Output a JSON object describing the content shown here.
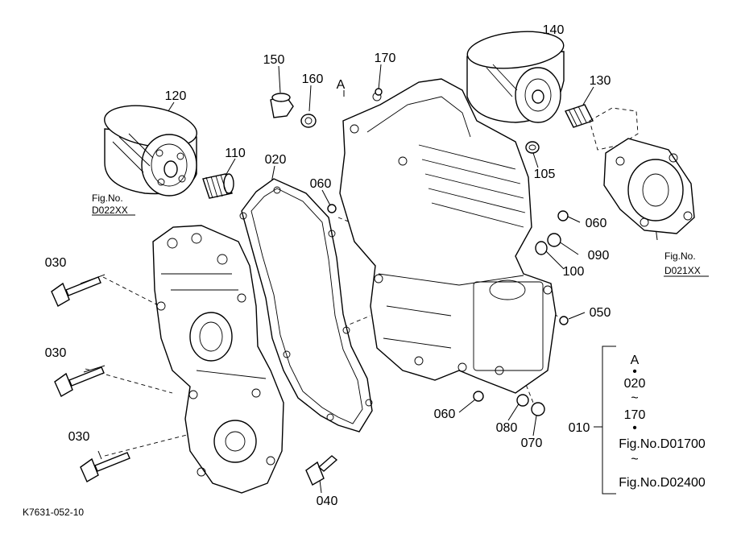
{
  "callouts": {
    "c120": "120",
    "c110": "110",
    "c020": "020",
    "c150": "150",
    "c160": "160",
    "cA": "A",
    "c170": "170",
    "c140": "140",
    "c130": "130",
    "c060a": "060",
    "c105": "105",
    "c060b": "060",
    "c090": "090",
    "c100": "100",
    "c050": "050",
    "c030a": "030",
    "c030b": "030",
    "c030c": "030",
    "c040": "040",
    "c060c": "060",
    "c080": "080",
    "c070": "070",
    "c010": "010"
  },
  "refs": {
    "left_fig": "Fig.No.",
    "left_code": "D022XX",
    "right_fig": "Fig.No.",
    "right_code": "D021XX"
  },
  "legend": {
    "item_a": "A",
    "dot1": "•",
    "item_020": "020",
    "tilde1": "~",
    "item_170": "170",
    "dot2": "•",
    "fig1": "Fig.No.D01700",
    "tilde2": "~",
    "fig2": "Fig.No.D02400"
  },
  "drawing_code": "K7631-052-10"
}
